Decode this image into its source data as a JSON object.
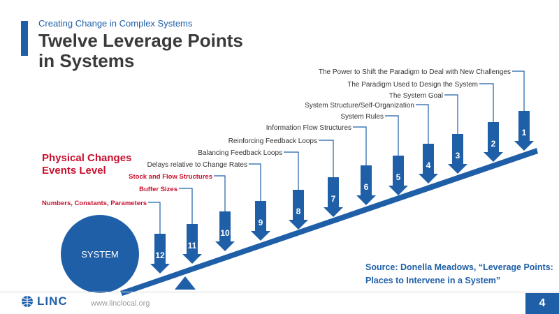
{
  "header": {
    "subtitle": "Creating Change in Complex Systems",
    "title_line1": "Twelve Leverage Points",
    "title_line2": "in Systems"
  },
  "physical_label": {
    "line1": "Physical Changes",
    "line2": "Events Level"
  },
  "system_label": "SYSTEM",
  "leverage_points": [
    {
      "number": "12",
      "label": "Numbers, Constants, Parameters",
      "style": "red"
    },
    {
      "number": "11",
      "label": "Buffer Sizes",
      "style": "red"
    },
    {
      "number": "10",
      "label": "Stock and Flow Structures",
      "style": "red"
    },
    {
      "number": "9",
      "label": "Delays relative to Change Rates",
      "style": "dark"
    },
    {
      "number": "8",
      "label": "Balancing Feedback Loops",
      "style": "dark"
    },
    {
      "number": "7",
      "label": "Reinforcing Feedback Loops",
      "style": "dark"
    },
    {
      "number": "6",
      "label": "Information Flow Structures",
      "style": "dark"
    },
    {
      "number": "5",
      "label": "System Rules",
      "style": "dark"
    },
    {
      "number": "4",
      "label": "System Structure/Self-Organization",
      "style": "dark"
    },
    {
      "number": "3",
      "label": "The System Goal",
      "style": "dark"
    },
    {
      "number": "2",
      "label": "The Paradigm Used to Design the System",
      "style": "dark"
    },
    {
      "number": "1",
      "label": "The Power to Shift the Paradigm to Deal with New Challenges",
      "style": "dark"
    }
  ],
  "source": {
    "line1": "Source: Donella Meadows, “Leverage Points:",
    "line2": "Places to Intervene in a System”"
  },
  "footer": {
    "logo_text": "LINC",
    "url": "www.linclocal.org",
    "page_number": "4"
  },
  "colors": {
    "primary_blue": "#1f5fa8",
    "red": "#c8102e",
    "dark_text": "#333333"
  }
}
